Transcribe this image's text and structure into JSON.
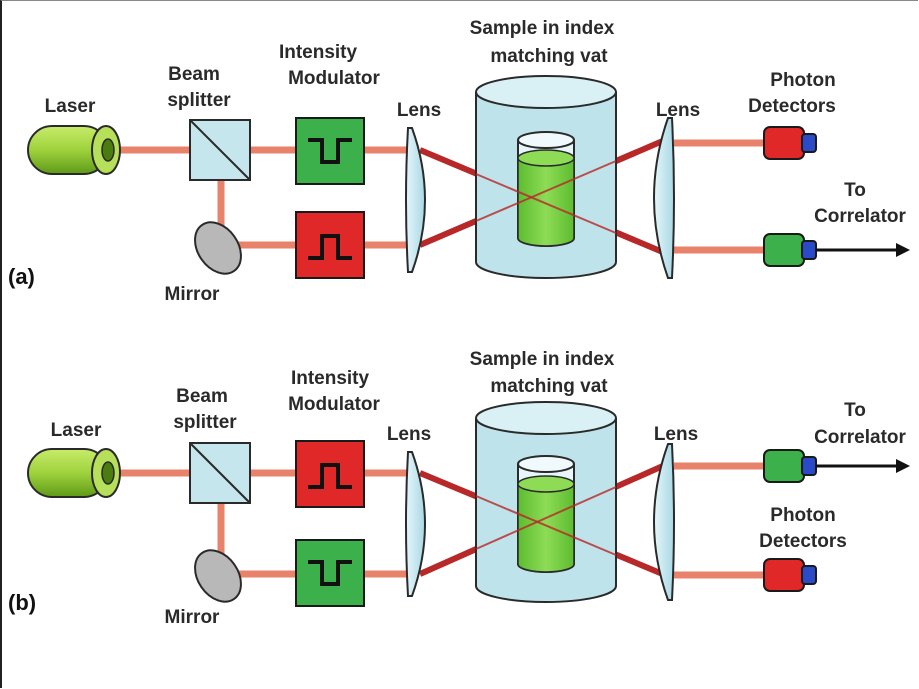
{
  "panels": [
    {
      "tag": "(a)",
      "laser": "Laser",
      "beam_splitter": [
        "Beam",
        "splitter"
      ],
      "modulator": [
        "Intensity",
        "Modulator"
      ],
      "lens_left": "Lens",
      "sample": [
        "Sample in index",
        "matching vat"
      ],
      "lens_right": "Lens",
      "detectors": [
        "Photon",
        "Detectors"
      ],
      "correlator": [
        "To",
        "Correlator"
      ],
      "mirror": "Mirror"
    },
    {
      "tag": "(b)",
      "laser": "Laser",
      "beam_splitter": [
        "Beam",
        "splitter"
      ],
      "modulator": [
        "Intensity",
        "Modulator"
      ],
      "lens_left": "Lens",
      "sample": [
        "Sample in index",
        "matching vat"
      ],
      "lens_right": "Lens",
      "detectors": [
        "Photon",
        "Detectors"
      ],
      "correlator": [
        "To",
        "Correlator"
      ],
      "mirror": "Mirror"
    }
  ],
  "colors": {
    "beam": "#e8826a",
    "beam_crossed": "#b82828",
    "laser": "#9ed23c",
    "splitter": "#c6e6ee",
    "modulator_green": "#3cb04a",
    "modulator_red": "#e02828",
    "vat": "#bfe3ea",
    "liquid": "#7cd24a",
    "mirror": "#b8b8b8",
    "detector_red": "#e02828",
    "detector_green": "#3cb04a",
    "detector_cap": "#2a4ac8"
  }
}
